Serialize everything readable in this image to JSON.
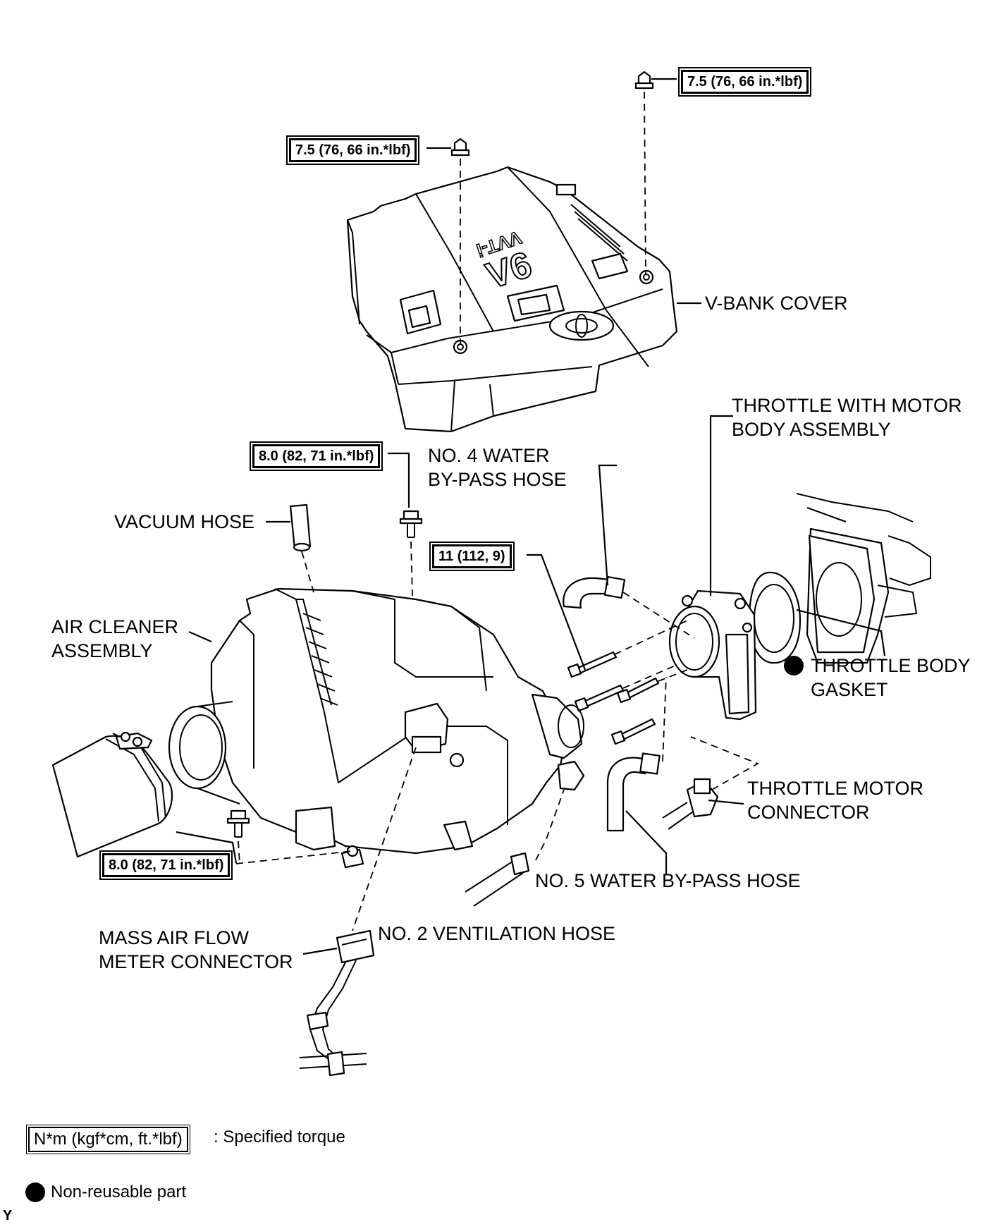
{
  "torque_labels": {
    "cover_nut_right": "7.5 (76, 66 in.*lbf)",
    "cover_nut_left": "7.5 (76, 66 in.*lbf)",
    "air_cleaner_bolt_top": "8.0 (82, 71 in.*lbf)",
    "throttle_bolt": "11 (112, 9)",
    "air_cleaner_bolt_bottom": "8.0 (82, 71 in.*lbf)"
  },
  "parts": {
    "v_bank_cover": "V-BANK COVER",
    "throttle_body_line1": "THROTTLE WITH MOTOR",
    "throttle_body_line2": "BODY ASSEMBLY",
    "water_hose_4_line1": "NO. 4 WATER",
    "water_hose_4_line2": "BY-PASS HOSE",
    "vacuum_hose": "VACUUM HOSE",
    "air_cleaner_line1": "AIR CLEANER",
    "air_cleaner_line2": "ASSEMBLY",
    "gasket_line1": "THROTTLE BODY",
    "gasket_line2": "GASKET",
    "motor_connector_line1": "THROTTLE MOTOR",
    "motor_connector_line2": "CONNECTOR",
    "water_hose_5": "NO. 5 WATER BY-PASS HOSE",
    "ventilation_hose": "NO. 2 VENTILATION HOSE",
    "maf_line1": "MASS AIR FLOW",
    "maf_line2": "METER CONNECTOR"
  },
  "cover_text": {
    "engine": "V6",
    "vvti": "VVT-i"
  },
  "legend": {
    "torque_unit": "N*m (kgf*cm, ft.*lbf)",
    "torque_desc": ": Specified torque",
    "nonreusable_desc": "Non-reusable part"
  },
  "corner_mark": "Y"
}
